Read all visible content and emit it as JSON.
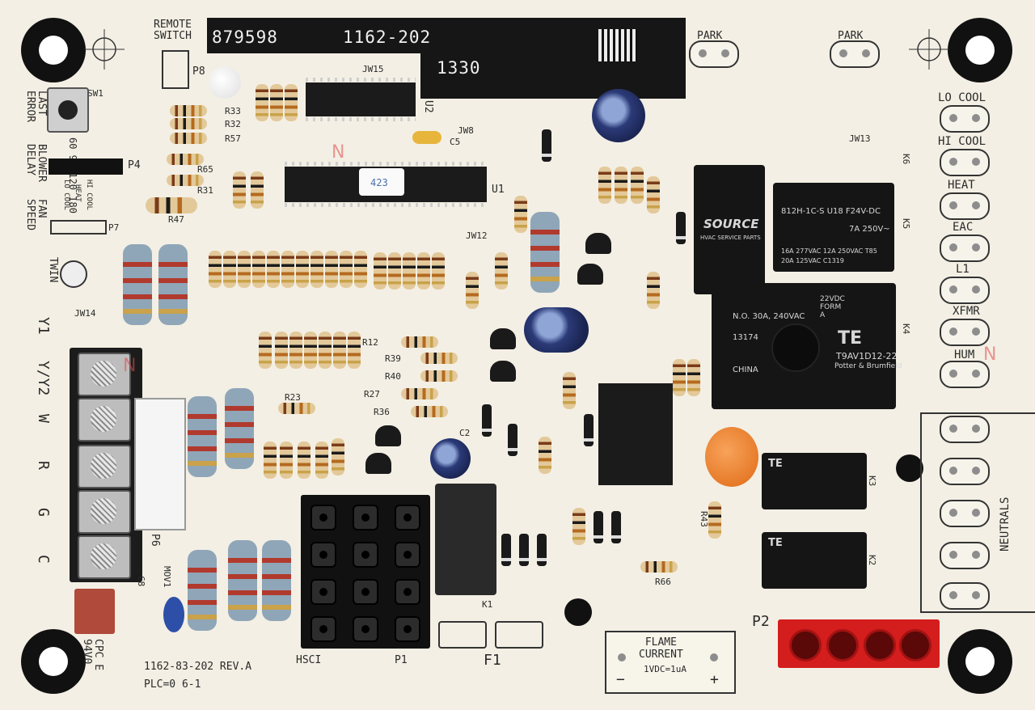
{
  "board": {
    "label_top": {
      "part": "879598",
      "model": "1162-202",
      "code": "1330"
    },
    "silkscreen": {
      "remote_switch": "REMOTE\nSWITCH",
      "park1": "PARK",
      "park2": "PARK",
      "lo_cool": "LO COOL",
      "hi_cool": "HI COOL",
      "heat": "HEAT",
      "eac": "EAC",
      "l1": "L1",
      "xfmr": "XFMR",
      "hum": "HUM",
      "neutrals": "NEUTRALS",
      "last_error": "LAST\nERROR",
      "blower_delay": "BLOWER\nDELAY",
      "fan_speed": "FAN\nSPEED",
      "delay_values": "60 90 120 180",
      "twin": "TWIN",
      "y1": "Y1",
      "y_y2": "Y/Y2",
      "w": "W",
      "r": "R",
      "g": "G",
      "c": "C",
      "p4": "P4",
      "p7": "P7",
      "p8": "P8",
      "sw1": "SW1",
      "p6": "P6",
      "p1": "P1",
      "p2": "P2",
      "f1": "F1",
      "hsci": "HSCI",
      "part_rev": "1162-83-202  REV.A",
      "plc": "PLC=0    6-1",
      "cpc": "CPC E\n94V0",
      "flame_title": "FLAME\nCURRENT",
      "flame_scale": "1VDC=1uA",
      "flame_minus": "−",
      "flame_plus": "+",
      "lo_cool_small": "LO COOL",
      "heat_small": "HEAT",
      "hi_cool_small": "HI COOL",
      "jw15": "JW15",
      "jw14": "JW14",
      "jw13": "JW13",
      "jw12": "JW12",
      "jw8": "JW8",
      "u1": "U1",
      "u2": "U2",
      "k1": "K1",
      "k2": "K2",
      "k3": "K3",
      "k4": "K4",
      "k5": "K5",
      "k6": "K6",
      "c5": "C5",
      "c2": "C2",
      "r47": "R47",
      "r33": "R33",
      "r32": "R32",
      "r57": "R57",
      "r65": "R65",
      "r31": "R31",
      "r66": "R66",
      "r43": "R43",
      "r23": "R23",
      "r12": "R12",
      "r39": "R39",
      "r40": "R40",
      "r27": "R27",
      "r36": "R36",
      "mov1": "MOV1",
      "c8": "C8",
      "sticker_423": "423"
    },
    "relay_k4": {
      "brand": "TE",
      "model": "T9AV1D12-22",
      "maker": "Potter & Brumfield",
      "rating": "N.O. 30A, 240VAC",
      "form": "22VDC\nFORM\nA",
      "lot": "13174",
      "origin": "CHINA"
    },
    "relay_k5": {
      "model": "812H-1C-S U18 F24V-DC",
      "rating1": "7A 250V~",
      "rating2": "16A 277VAC 12A 250VAC T85",
      "rating3": "20A 125VAC   C1319"
    },
    "relay_k2": {
      "brand": "TE"
    },
    "relay_k3": {
      "brand": "TE"
    },
    "source_logo": {
      "text": "SOURCE",
      "sub": "HVAC SERVICE PARTS"
    }
  }
}
